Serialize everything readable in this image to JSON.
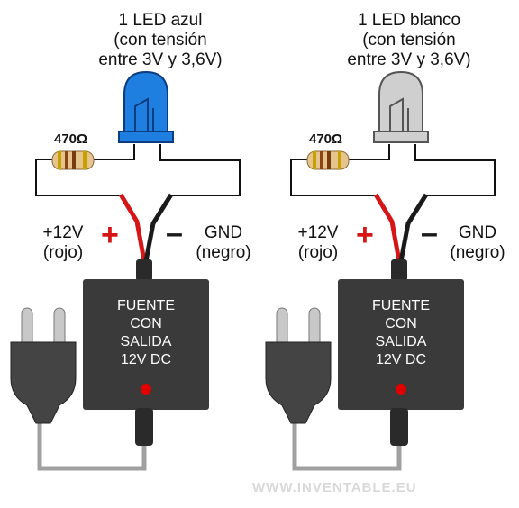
{
  "circuits": [
    {
      "id": "left",
      "led_title": [
        "1 LED azul",
        "(con tensión",
        "entre 3V y 3,6V)"
      ],
      "led_color": "#1e7fe0",
      "resistor": "470Ω",
      "plus_sign": "+",
      "minus_sign": "–",
      "positive_label": [
        "+12V",
        "(rojo)"
      ],
      "negative_label": [
        "GND",
        "(negro)"
      ],
      "supply_label": [
        "FUENTE",
        "CON",
        "SALIDA",
        "12V DC"
      ]
    },
    {
      "id": "right",
      "led_title": [
        "1 LED blanco",
        "(con tensión",
        "entre 3V y 3,6V)"
      ],
      "led_color": "#cfcfcf",
      "resistor": "470Ω",
      "plus_sign": "+",
      "minus_sign": "–",
      "positive_label": [
        "+12V",
        "(rojo)"
      ],
      "negative_label": [
        "GND",
        "(negro)"
      ],
      "supply_label": [
        "FUENTE",
        "CON",
        "SALIDA",
        "12V DC"
      ]
    }
  ],
  "watermark": "WWW.INVENTABLE.EU",
  "colors": {
    "red_wire": "#d61616",
    "black_wire": "#1a1a1a",
    "supply": "#3a3a3a",
    "led_indicator": "#e00000"
  }
}
